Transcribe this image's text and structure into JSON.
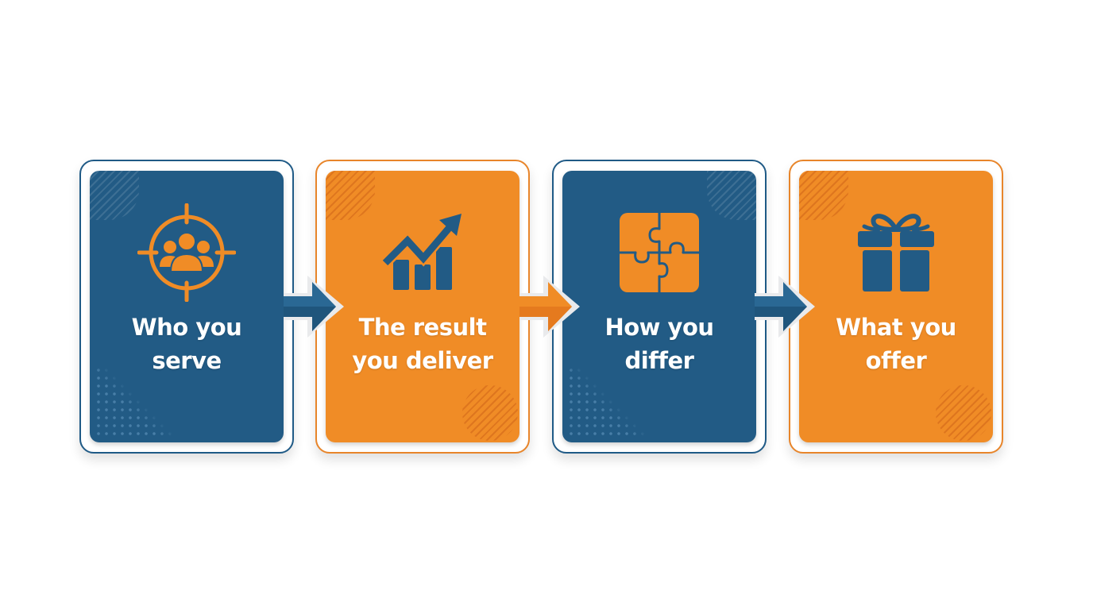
{
  "diagram": {
    "type": "process-flow",
    "colors": {
      "blue": "#225b85",
      "blue_border": "#1f5a86",
      "orange": "#f08c26",
      "orange_border": "#e8852a",
      "text": "#ffffff",
      "background": "#ffffff"
    },
    "steps": [
      {
        "id": 1,
        "color": "blue",
        "icon": "target-audience-icon",
        "label_line1": "Who you",
        "label_line2": "serve"
      },
      {
        "id": 2,
        "color": "orange",
        "icon": "growth-chart-icon",
        "label_line1": "The result",
        "label_line2": "you deliver"
      },
      {
        "id": 3,
        "color": "blue",
        "icon": "puzzle-icon",
        "label_line1": "How you",
        "label_line2": "differ"
      },
      {
        "id": 4,
        "color": "orange",
        "icon": "gift-icon",
        "label_line1": "What you",
        "label_line2": "offer"
      }
    ],
    "connectors": [
      {
        "from": 1,
        "to": 2,
        "color": "blue",
        "icon": "arrow-right-icon"
      },
      {
        "from": 2,
        "to": 3,
        "color": "orange",
        "icon": "arrow-right-icon"
      },
      {
        "from": 3,
        "to": 4,
        "color": "blue",
        "icon": "arrow-right-icon"
      }
    ]
  }
}
